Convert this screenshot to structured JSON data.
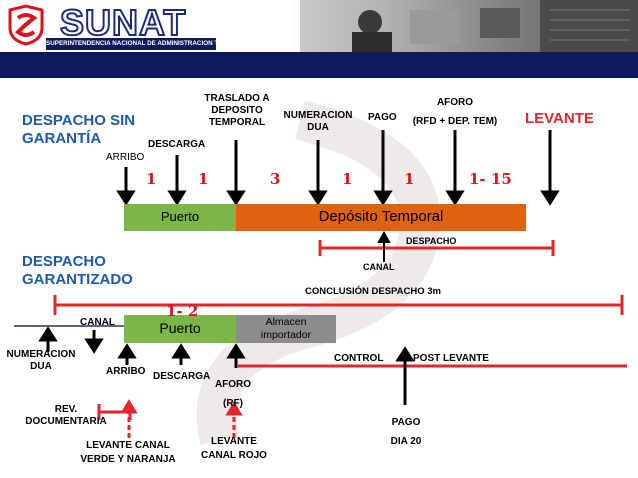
{
  "header": {
    "logo_text": "SUNAT",
    "logo_subtitle": "SUPERINTENDENCIA NACIONAL DE ADMINISTRACION TRIBUTARIA"
  },
  "colors": {
    "header_band": "#0d1a5e",
    "title_blue": "#1e5aa8",
    "accent_red": "#e3262b",
    "bar_green": "#7ab648",
    "bar_orange": "#e0620f",
    "bar_gray": "#8c8c8c",
    "arrow_black": "#000000"
  },
  "section1": {
    "title_line1": "DESPACHO SIN",
    "title_line2": "GARANTÍA",
    "levante": "LEVANTE",
    "labels": {
      "arribo": "ARRIBO",
      "descarga": "DESCARGA",
      "traslado_l1": "TRASLADO A",
      "traslado_l2": "DEPOSITO",
      "traslado_l3": "TEMPORAL",
      "numeracion_l1": "NUMERACION",
      "numeracion_l2": "DUA",
      "pago": "PAGO",
      "aforo_l1": "AFORO",
      "aforo_l2": "(RFD + DEP. TEM)"
    },
    "days": [
      "1",
      "1",
      "3",
      "1",
      "1",
      "1- 15"
    ],
    "bar_puerto": "Puerto",
    "bar_deposito": "Depósito Temporal",
    "despacho": "DESPACHO",
    "canal": "CANAL"
  },
  "section2": {
    "title_line1": "DESPACHO",
    "title_line2": "GARANTIZADO",
    "conclusion": "CONCLUSIÓN  DESPACHO  3m",
    "days": "1- 2",
    "bar_puerto": "Puerto",
    "bar_almacen_l1": "Almacen",
    "bar_almacen_l2": "importador",
    "labels": {
      "canal": "CANAL",
      "numeracion_l1": "NUMERACION",
      "numeracion_l2": "DUA",
      "arribo": "ARRIBO",
      "descarga": "DESCARGA",
      "aforo_l1": "AFORO",
      "aforo_l2": "(RF)",
      "control": "CONTROL",
      "post_levante": "POST LEVANTE",
      "rev_l1": "REV.",
      "rev_l2": "DOCUMENTARIA",
      "levante_canal_l1": "LEVANTE CANAL",
      "levante_canal_l2": "VERDE Y NARANJA",
      "levante_rojo_l1": "LEVANTE",
      "levante_rojo_l2": "CANAL ROJO",
      "pago": "PAGO",
      "dia": "DIA 20"
    }
  }
}
